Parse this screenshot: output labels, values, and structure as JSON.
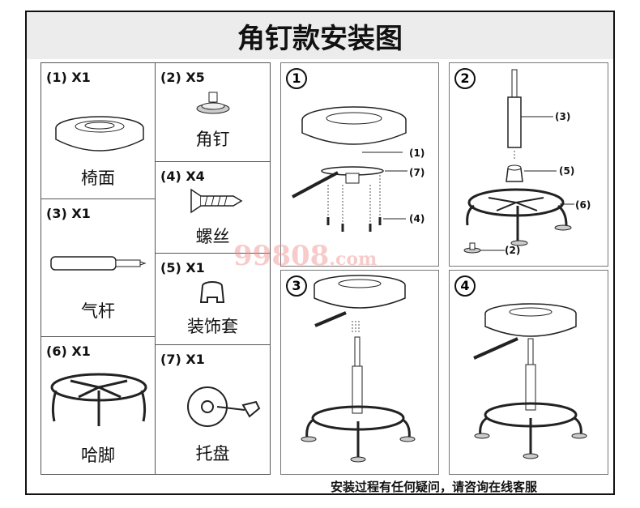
{
  "title": "角钉款安装图",
  "parts": [
    {
      "label": "(1) X1",
      "name": "椅面"
    },
    {
      "label": "(2) X5",
      "name": "角钉"
    },
    {
      "label": "(3) X1",
      "name": "气杆"
    },
    {
      "label": "(4) X4",
      "name": "螺丝"
    },
    {
      "label": "(5) X1",
      "name": "装饰套"
    },
    {
      "label": "(6) X1",
      "name": "哈脚"
    },
    {
      "label": "(7) X1",
      "name": "托盘"
    }
  ],
  "steps": [
    {
      "num": "1",
      "callouts": [
        "(1)",
        "(7)",
        "(4)"
      ]
    },
    {
      "num": "2",
      "callouts": [
        "(3)",
        "(5)",
        "(6)",
        "(2)"
      ]
    },
    {
      "num": "3"
    },
    {
      "num": "4"
    }
  ],
  "watermark": {
    "main": "99808",
    "suffix": ".com"
  },
  "footer": "安装过程有任何疑问，请咨询在线客服"
}
